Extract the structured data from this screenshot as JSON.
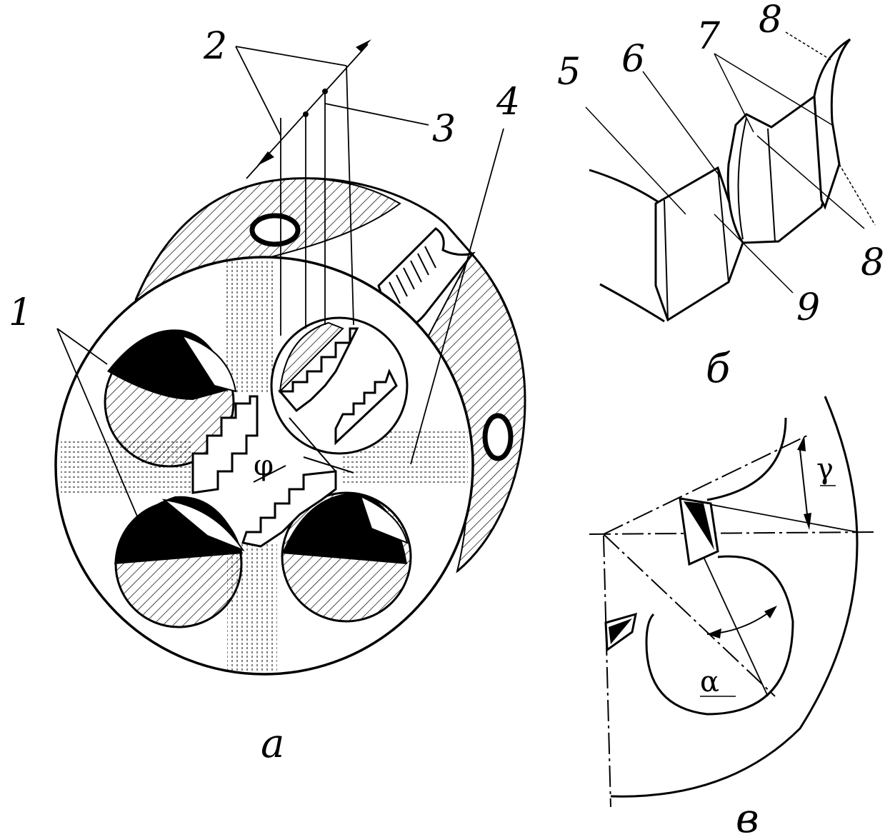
{
  "callouts": {
    "n1": "1",
    "n2": "2",
    "n3": "3",
    "n4": "4",
    "n5": "5",
    "n6": "6",
    "n7": "7",
    "n8_top": "8",
    "n8_bottom": "8",
    "n9": "9"
  },
  "angles": {
    "phi": "φ",
    "gamma": "γ",
    "alpha": "α"
  },
  "captions": {
    "a": "а",
    "b": "б",
    "v": "в"
  },
  "colors": {
    "ink": "#000000",
    "paper": "#ffffff"
  }
}
